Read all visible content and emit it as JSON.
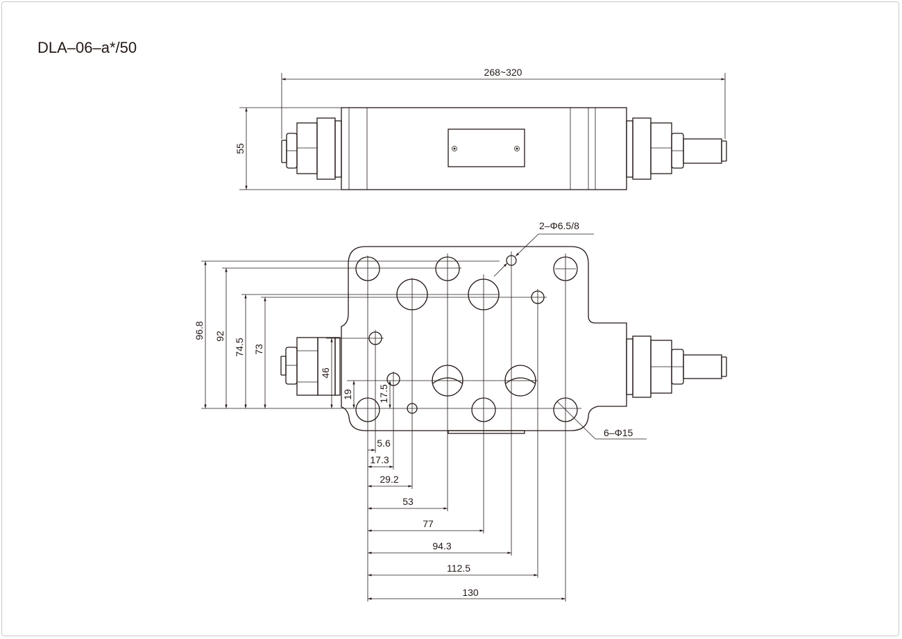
{
  "title": "DLA–06–a*/50",
  "colors": {
    "line": "#231815",
    "frame": "#c8c8c8"
  },
  "top_view": {
    "length_dim": "268~320",
    "height_dim": "55"
  },
  "bottom_view": {
    "vertical_dims": [
      "96.8",
      "92",
      "74.5",
      "73",
      "46",
      "19",
      "17.5"
    ],
    "horizontal_dims": [
      "5.6",
      "17.3",
      "29.2",
      "53",
      "77",
      "94.3",
      "112.5",
      "130"
    ],
    "callouts": {
      "small_holes": "2–Φ6.5/8",
      "large_holes": "6–Φ15"
    }
  }
}
